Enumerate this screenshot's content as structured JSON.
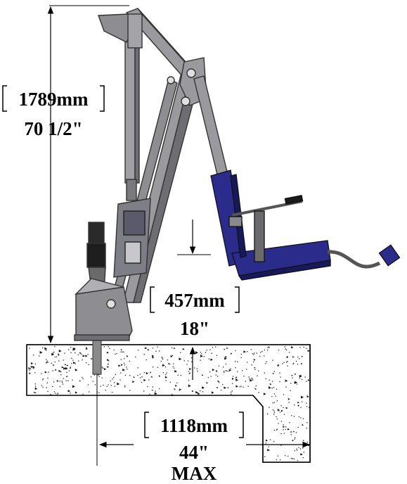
{
  "dimensions": {
    "height_total": {
      "metric": "1789mm",
      "imperial": "70 1/2\""
    },
    "seat_height": {
      "metric": "457mm",
      "imperial": "18\""
    },
    "reach": {
      "metric": "1118mm",
      "imperial": "44\"",
      "note": "MAX"
    }
  },
  "colors": {
    "frame": "#8e8e92",
    "frame_dark": "#5a5a5e",
    "seat": "#2b2b8c",
    "seat_dark": "#18185c",
    "line": "#000000",
    "concrete_fill": "#ffffff"
  }
}
